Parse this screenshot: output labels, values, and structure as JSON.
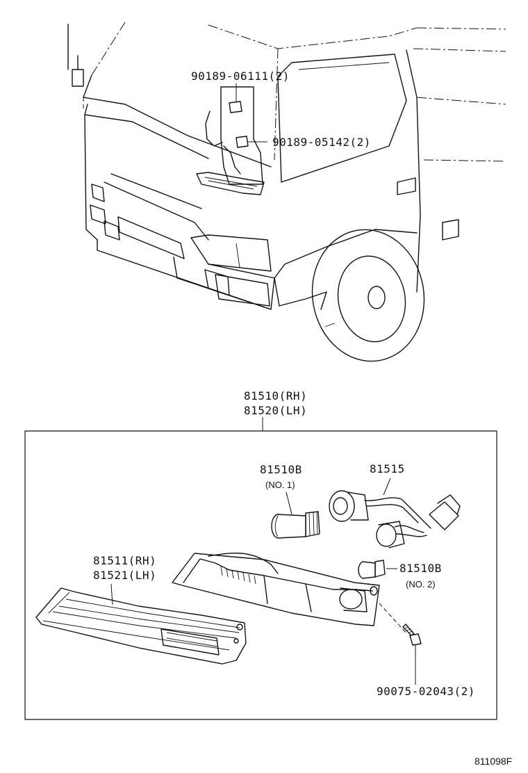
{
  "callouts": {
    "clip_upper": "90189-06111(2)",
    "clip_lower": "90189-05142(2)",
    "lamp_assy_rh": "81510(RH)",
    "lamp_assy_lh": "81520(LH)",
    "bulb_1_part": "81510B",
    "bulb_1_note": "(NO. 1)",
    "socket": "81515",
    "lens_rh": "81511(RH)",
    "lens_lh": "81521(LH)",
    "bulb_2_part": "81510B",
    "bulb_2_note": "(NO. 2)",
    "screw": "90075-02043(2)"
  },
  "diagram_ref": "811098F"
}
